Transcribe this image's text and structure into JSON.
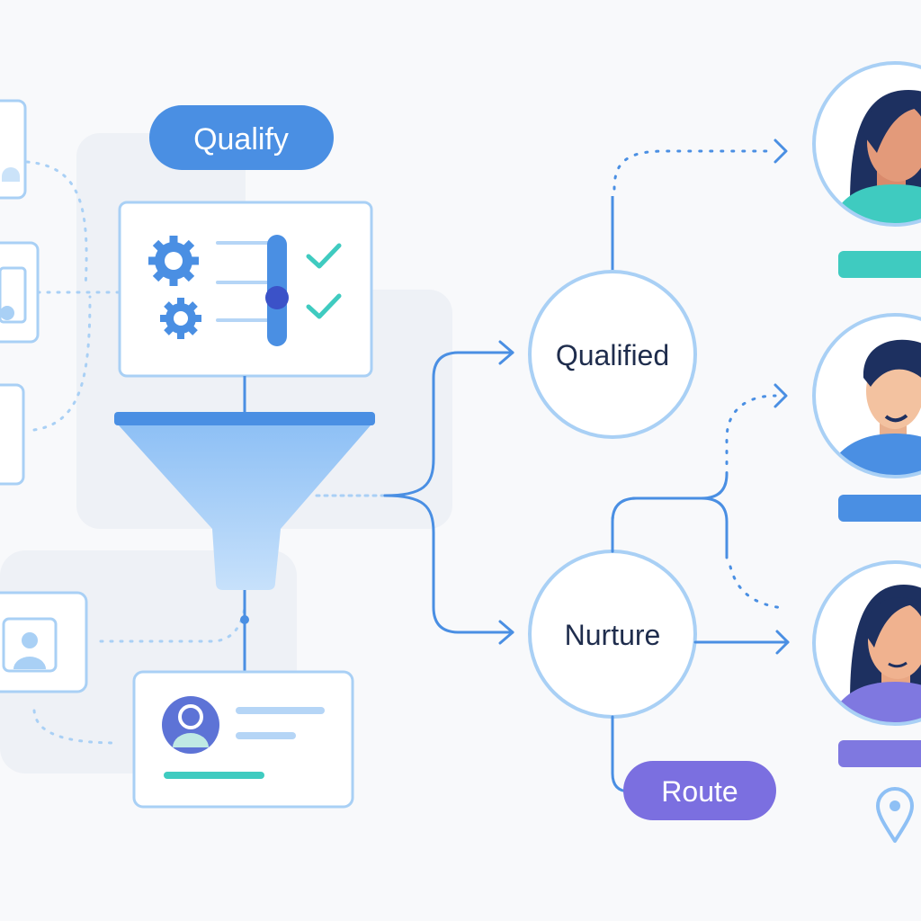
{
  "pills": {
    "qualify": "Qualify",
    "route": "Route"
  },
  "nodes": {
    "qualified": "Qualified",
    "nurture": "Nurture"
  },
  "icons": {
    "filter_panel": [
      "gear-icon",
      "slider-icon",
      "check-icon"
    ],
    "funnel": "funnel-icon",
    "lead_card": "user-avatar-icon",
    "location": "location-pin-icon"
  },
  "colors": {
    "qualify_pill": "#4a8fe3",
    "route_pill": "#7b6fe0",
    "card_border": "#a9d0f5",
    "connector": "#4a8fe3",
    "teal": "#3fcbc0",
    "blue": "#4a8fe3",
    "purple": "#7f78e0",
    "node_text": "#1f2d4d"
  }
}
